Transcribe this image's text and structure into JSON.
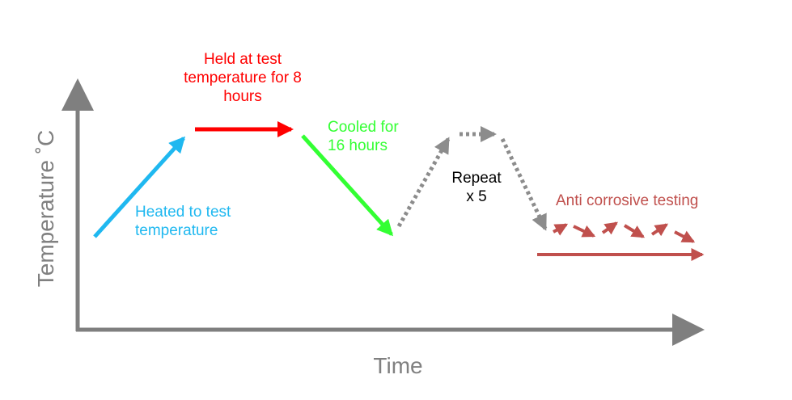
{
  "axes": {
    "x_label": "Time",
    "y_label": "Temperature ˚C",
    "color": "#7f7f7f"
  },
  "stages": {
    "heat": {
      "label": "Heated to test\ntemperature",
      "color": "#1fb8f0"
    },
    "hold": {
      "label": "Held at test\ntemperature for 8\nhours",
      "color": "#ff0000"
    },
    "cool": {
      "label": "Cooled for\n16 hours",
      "color": "#33ff33"
    },
    "repeat": {
      "label": "Repeat\nx 5",
      "color": "#000000",
      "arrow_color": "#8c8c8c",
      "arrow_style": "dotted"
    },
    "anti_corrosive": {
      "label": "Anti corrosive testing",
      "color": "#c0504d"
    }
  }
}
